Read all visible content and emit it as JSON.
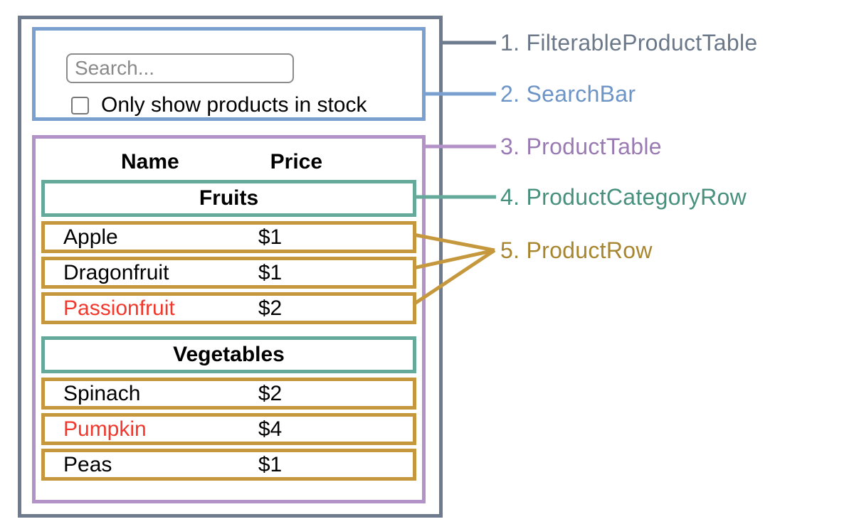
{
  "colors": {
    "filterable_product_table": {
      "border": "#6e7b8e",
      "label": "#6b7889"
    },
    "search_bar": {
      "border": "#7aa0cf",
      "label": "#6d94c6"
    },
    "product_table": {
      "border": "#b392c8",
      "label": "#9a7ab3"
    },
    "product_category_row": {
      "border": "#64a99a",
      "label": "#48907e"
    },
    "product_row": {
      "border": "#c6983d",
      "label": "#a8862f"
    },
    "out_of_stock_text": "#f2382c",
    "header_text": "#000000"
  },
  "search_bar": {
    "placeholder": "Search...",
    "checkbox_label": "Only show products in stock"
  },
  "table": {
    "headers": {
      "name": "Name",
      "price": "Price"
    },
    "sections": [
      {
        "category": "Fruits",
        "rows": [
          {
            "name": "Apple",
            "price": "$1"
          },
          {
            "name": "Dragonfruit",
            "price": "$1"
          },
          {
            "name": "Passionfruit",
            "price": "$2"
          }
        ]
      },
      {
        "category": "Vegetables",
        "rows": [
          {
            "name": "Spinach",
            "price": "$2"
          },
          {
            "name": "Pumpkin",
            "price": "$4"
          },
          {
            "name": "Peas",
            "price": "$1"
          }
        ]
      }
    ]
  },
  "annotations": [
    {
      "label": "1. FilterableProductTable"
    },
    {
      "label": "2. SearchBar"
    },
    {
      "label": "3. ProductTable"
    },
    {
      "label": "4. ProductCategoryRow"
    },
    {
      "label": "5. ProductRow"
    }
  ]
}
